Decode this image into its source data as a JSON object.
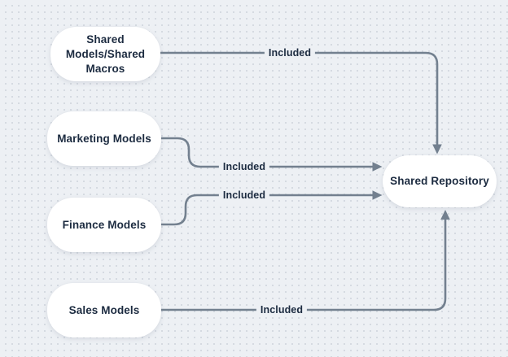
{
  "colors": {
    "background": "#edf0f4",
    "grid_dot": "#d5dae1",
    "node_fill": "#ffffff",
    "connector": "#73808f",
    "text": "#1c2b40"
  },
  "diagram": {
    "nodes": [
      {
        "id": "shared-models-macros",
        "label": "Shared Models/Shared Macros",
        "lines": [
          "Shared",
          "Models/Shared",
          "Macros"
        ]
      },
      {
        "id": "marketing-models",
        "label": "Marketing Models",
        "lines": [
          "Marketing Models"
        ]
      },
      {
        "id": "finance-models",
        "label": "Finance Models",
        "lines": [
          "Finance Models"
        ]
      },
      {
        "id": "sales-models",
        "label": "Sales Models",
        "lines": [
          "Sales Models"
        ]
      },
      {
        "id": "shared-repository",
        "label": "Shared Repository",
        "lines": [
          "Shared Repository"
        ]
      }
    ],
    "edges": [
      {
        "from": "shared-models-macros",
        "to": "shared-repository",
        "label": "Included"
      },
      {
        "from": "marketing-models",
        "to": "shared-repository",
        "label": "Included"
      },
      {
        "from": "finance-models",
        "to": "shared-repository",
        "label": "Included"
      },
      {
        "from": "sales-models",
        "to": "shared-repository",
        "label": "Included"
      }
    ]
  }
}
